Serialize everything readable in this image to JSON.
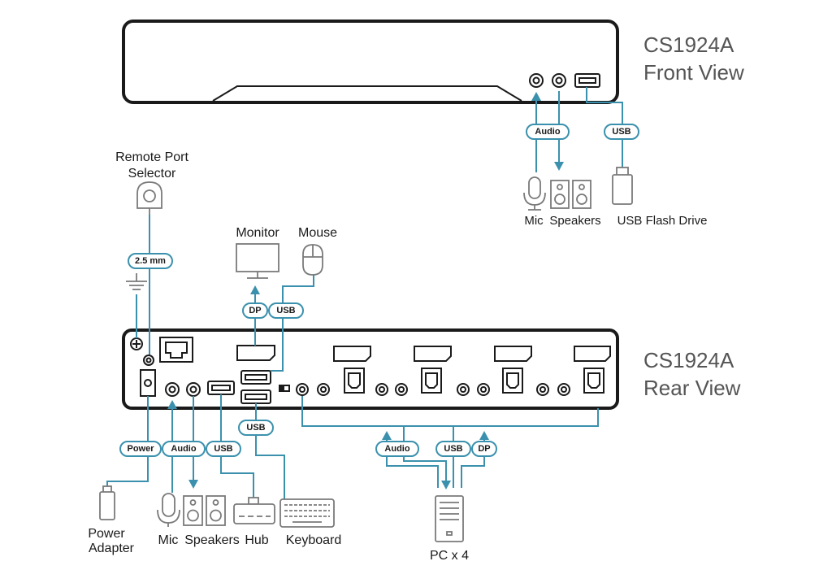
{
  "front": {
    "title_line1": "CS1924A",
    "title_line2": "Front View"
  },
  "rear": {
    "title_line1": "CS1924A",
    "title_line2": "Rear View"
  },
  "tags": {
    "audio": "Audio",
    "usb": "USB",
    "dp": "DP",
    "power": "Power",
    "mm": "2.5 mm"
  },
  "labels": {
    "remote_line1": "Remote Port",
    "remote_line2": "Selector",
    "monitor": "Monitor",
    "mouse": "Mouse",
    "mic": "Mic",
    "speakers": "Speakers",
    "flash": "USB Flash Drive",
    "hub": "Hub",
    "keyboard": "Keyboard",
    "power_line1": "Power",
    "power_line2": "Adapter",
    "pc": "PC x 4"
  },
  "colors": {
    "cable": "#3b91ad",
    "device": "#1a1a1a",
    "icon": "#7a7a7a"
  }
}
